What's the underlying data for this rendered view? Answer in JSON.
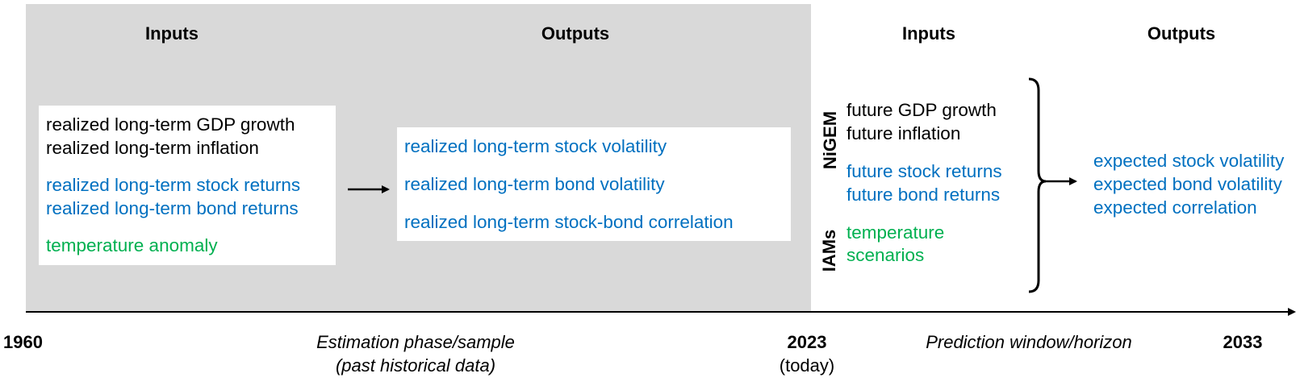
{
  "estimation": {
    "inputs_header": "Inputs",
    "outputs_header": "Outputs",
    "inputs": {
      "macro": [
        "realized long-term GDP growth",
        "realized long-term inflation"
      ],
      "financial": [
        "realized long-term stock returns",
        "realized long-term bond returns"
      ],
      "climate": [
        "temperature anomaly"
      ]
    },
    "outputs": [
      "realized long-term stock volatility",
      "realized long-term bond volatility",
      "realized long-term stock-bond correlation"
    ]
  },
  "prediction": {
    "inputs_header": "Inputs",
    "outputs_header": "Outputs",
    "nigem_label": "NiGEM",
    "iams_label": "IAMs",
    "inputs": {
      "macro": [
        "future GDP growth",
        "future inflation"
      ],
      "financial": [
        "future stock returns",
        "future bond returns"
      ],
      "climate": [
        "temperature",
        "scenarios"
      ]
    },
    "outputs": [
      "expected stock volatility",
      "expected bond volatility",
      "expected correlation"
    ]
  },
  "timeline": {
    "start_year": "1960",
    "estimation_label": [
      "Estimation phase/sample",
      "(past historical data)"
    ],
    "today_year": "2023",
    "today_note": "(today)",
    "prediction_label": "Prediction window/horizon",
    "end_year": "2033"
  },
  "colors": {
    "panel": "#d9d9d9",
    "financial_text": "#0070c0",
    "climate_text": "#00b050",
    "macro_text": "#000000"
  }
}
